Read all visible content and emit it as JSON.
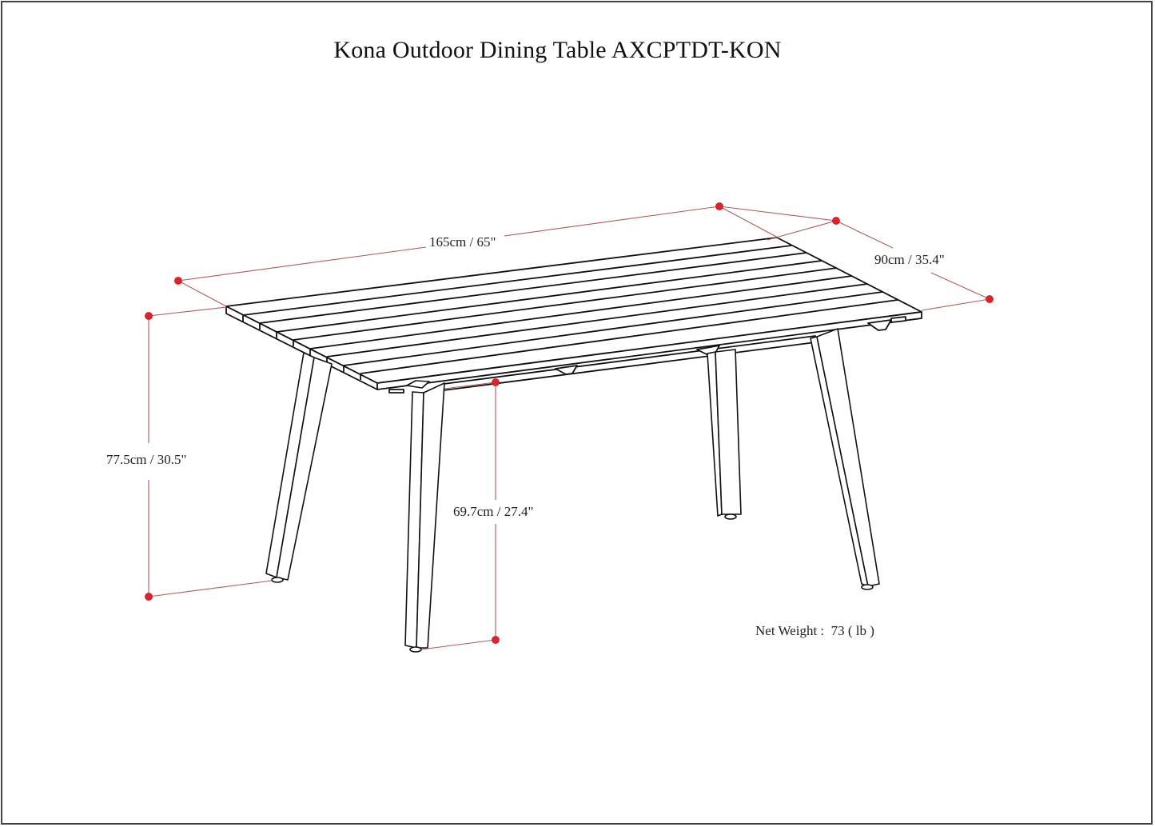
{
  "diagram": {
    "title": "Kona Outdoor Dining Table AXCPTDT-KON",
    "product_name": "Kona Outdoor Dining Table",
    "sku": "AXCPTDT-KON",
    "dimensions": {
      "width": {
        "label": "165cm / 65\"",
        "cm": 165,
        "in": 65
      },
      "depth": {
        "label": "90cm / 35.4\"",
        "cm": 90,
        "in": 35.4
      },
      "height": {
        "label": "77.5cm / 30.5\"",
        "cm": 77.5,
        "in": 30.5
      },
      "clearance": {
        "label": "69.7cm / 27.4\"",
        "cm": 69.7,
        "in": 27.4
      }
    },
    "weight": {
      "label": "Net Weight :",
      "value": "73",
      "unit": "( lb )"
    },
    "colors": {
      "dimension_line": "#b05a5a",
      "dimension_dot": "#e0232a",
      "outline": "#111111",
      "frame": "#444444"
    }
  }
}
